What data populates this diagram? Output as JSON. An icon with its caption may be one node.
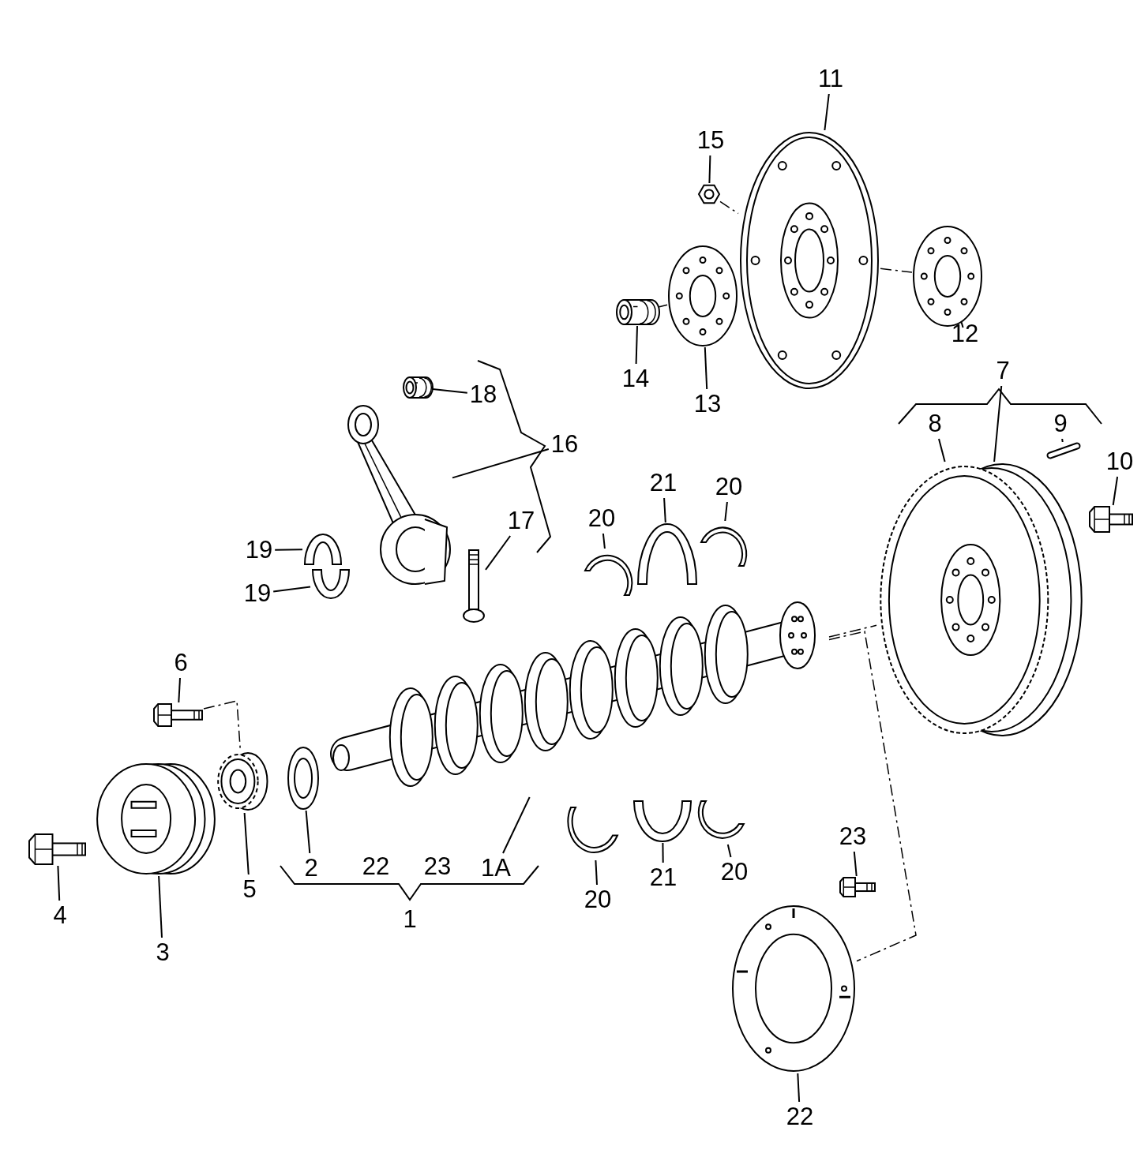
{
  "diagram": {
    "nodes": [
      {
        "text": [
          "11"
        ]
      },
      {
        "text": [],
        "shape": "picture"
      },
      {
        "text": [
          "15"
        ]
      },
      {
        "text": [],
        "shape": "picture"
      },
      {
        "text": [
          "12"
        ]
      },
      {
        "text": [],
        "shape": "picture"
      },
      {
        "text": [
          "14"
        ]
      },
      {
        "text": [],
        "shape": "picture"
      },
      {
        "text": [
          "13"
        ]
      },
      {
        "text": [],
        "shape": "picture"
      },
      {
        "text": [
          "18"
        ]
      },
      {
        "text": [],
        "shape": "picture"
      },
      {
        "text": [
          "16"
        ]
      },
      {
        "text": [],
        "shape": "picture"
      },
      {
        "text": [
          "17"
        ]
      },
      {
        "text": [],
        "shape": "picture"
      },
      {
        "text": [
          "19"
        ]
      },
      {
        "text": [],
        "shape": "picture"
      },
      {
        "text": [
          "19"
        ]
      },
      {
        "text": [],
        "shape": "picture"
      },
      {
        "text": [
          "20"
        ]
      },
      {
        "text": [],
        "shape": "picture"
      },
      {
        "text": [
          "21"
        ]
      },
      {
        "text": [],
        "shape": "picture"
      },
      {
        "text": [
          "20"
        ]
      },
      {
        "text": [],
        "shape": "picture"
      },
      {
        "text": [
          "7"
        ]
      },
      {
        "text": [],
        "shape": "picture"
      },
      {
        "text": [
          "8"
        ]
      },
      {
        "text": [
          "9"
        ]
      },
      {
        "text": [],
        "shape": "picture"
      },
      {
        "text": [
          "10"
        ]
      },
      {
        "text": [],
        "shape": "picture"
      },
      {
        "text": [
          "6"
        ]
      },
      {
        "text": [],
        "shape": "picture"
      },
      {
        "text": [
          "1A"
        ]
      },
      {
        "text": [],
        "shape": "picture"
      },
      {
        "text": [
          "2"
        ]
      },
      {
        "text": [],
        "shape": "picture"
      },
      {
        "text": [
          "5"
        ]
      },
      {
        "text": [],
        "shape": "picture"
      },
      {
        "text": [
          "4"
        ]
      },
      {
        "text": [],
        "shape": "picture"
      },
      {
        "text": [
          "3"
        ]
      },
      {
        "text": [],
        "shape": "picture"
      },
      {
        "text": [
          "20"
        ]
      },
      {
        "text": [],
        "shape": "picture"
      },
      {
        "text": [
          "21"
        ]
      },
      {
        "text": [],
        "shape": "picture"
      },
      {
        "text": [
          "20"
        ]
      },
      {
        "text": [],
        "shape": "picture"
      },
      {
        "text": [
          "23"
        ]
      },
      {
        "text": [],
        "shape": "picture"
      },
      {
        "text": [
          "22"
        ]
      },
      {
        "text": [],
        "shape": "picture"
      }
    ],
    "edges": [
      {
        "from": 0,
        "to": 1,
        "arrow": "none"
      },
      {
        "from": 2,
        "to": 3,
        "arrow": "none"
      },
      {
        "from": 4,
        "to": 5,
        "arrow": "none"
      },
      {
        "from": 6,
        "to": 7,
        "arrow": "none"
      },
      {
        "from": 8,
        "to": 9,
        "arrow": "none"
      },
      {
        "from": 10,
        "to": 11,
        "arrow": "none"
      },
      {
        "from": 12,
        "to": 13,
        "arrow": "none"
      },
      {
        "from": 14,
        "to": 15,
        "arrow": "none"
      },
      {
        "from": 16,
        "to": 17,
        "arrow": "none"
      },
      {
        "from": 18,
        "to": 19,
        "arrow": "none"
      },
      {
        "from": 20,
        "to": 21,
        "arrow": "none"
      },
      {
        "from": 22,
        "to": 23,
        "arrow": "none"
      },
      {
        "from": 24,
        "to": 25,
        "arrow": "none"
      },
      {
        "from": 26,
        "to": 27,
        "arrow": "none"
      },
      {
        "from": 28,
        "to": 27,
        "arrow": "none"
      },
      {
        "from": 29,
        "to": 30,
        "arrow": "none"
      },
      {
        "from": 31,
        "to": 32,
        "arrow": "none"
      },
      {
        "from": 33,
        "to": 34,
        "arrow": "none"
      },
      {
        "from": 35,
        "to": 36,
        "arrow": "none"
      },
      {
        "from": 37,
        "to": 38,
        "arrow": "none"
      },
      {
        "from": 39,
        "to": 40,
        "arrow": "none"
      },
      {
        "from": 41,
        "to": 42,
        "arrow": "none"
      },
      {
        "from": 43,
        "to": 44,
        "arrow": "none"
      },
      {
        "from": 45,
        "to": 46,
        "arrow": "none"
      },
      {
        "from": 47,
        "to": 48,
        "arrow": "none"
      },
      {
        "from": 49,
        "to": 50,
        "arrow": "none"
      },
      {
        "from": 51,
        "to": 52,
        "arrow": "none"
      },
      {
        "from": 53,
        "to": 54,
        "arrow": "none"
      },
      {
        "from": 3,
        "to": 1,
        "arrow": "none",
        "style": "dashed"
      },
      {
        "from": 7,
        "to": 9,
        "arrow": "none",
        "style": "dashed"
      },
      {
        "from": 1,
        "to": 5,
        "arrow": "none",
        "style": "dashed"
      },
      {
        "from": 34,
        "to": 40,
        "arrow": "none",
        "style": "dashed"
      },
      {
        "from": 36,
        "to": 27,
        "arrow": "none",
        "style": "dashed"
      },
      {
        "from": 36,
        "to": 54,
        "arrow": "none",
        "style": "dashed"
      }
    ],
    "labels": [
      "22",
      "23",
      "1"
    ]
  }
}
